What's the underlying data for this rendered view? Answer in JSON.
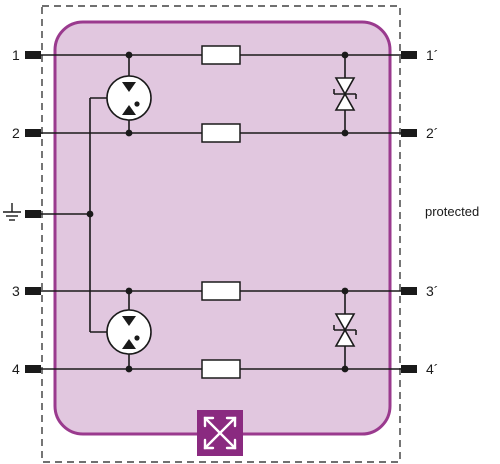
{
  "terminals": {
    "in_1": "1",
    "in_2": "2",
    "in_3": "3",
    "in_4": "4",
    "out_1": "1´",
    "out_2": "2´",
    "out_3": "3´",
    "out_4": "4´"
  },
  "side_label": "protected",
  "colors": {
    "module_fill": "#e1c7df",
    "module_stroke": "#9a3a8e",
    "badge_fill": "#8a2a80",
    "line": "#1a1a1a"
  },
  "icons": {
    "ground": "ground-symbol-icon",
    "gas_discharge_tube": "gas-discharge-tube-icon",
    "resistor": "resistor-icon",
    "tvs_diode": "bidirectional-tvs-diode-icon",
    "badge": "expand-arrows-icon"
  }
}
